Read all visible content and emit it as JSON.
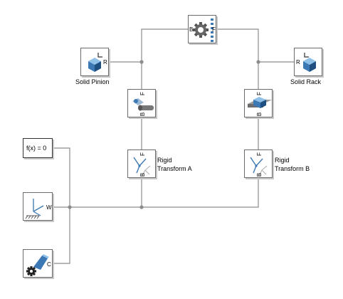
{
  "blocks": {
    "gear_constraint": {
      "port_left": "B",
      "port_right": "F",
      "icon": "gear-icon"
    },
    "solid_pinion": {
      "label": "Solid Pinion",
      "port": "R",
      "icon": "solid-cube-icon"
    },
    "solid_rack": {
      "label": "Solid Rack",
      "port": "R",
      "icon": "solid-cube-icon"
    },
    "revolute_joint": {
      "port_top": "F",
      "port_bottom": "B",
      "icon": "revolute-joint-icon"
    },
    "prismatic_joint": {
      "port_top": "F",
      "port_bottom": "B",
      "icon": "prismatic-joint-icon"
    },
    "rigid_transform_a": {
      "label_line1": "Rigid",
      "label_line2": "Transform A",
      "port_top": "F",
      "port_bottom": "B",
      "icon": "frame-axes-icon"
    },
    "rigid_transform_b": {
      "label_line1": "Rigid",
      "label_line2": "Transform B",
      "port_top": "F",
      "port_bottom": "B",
      "icon": "frame-axes-icon"
    },
    "solver_config": {
      "text": "f(x) = 0"
    },
    "world_frame": {
      "port": "W",
      "icon": "world-frame-icon"
    },
    "mechanism_config": {
      "port": "C",
      "icon": "mechanism-config-icon"
    }
  },
  "colors": {
    "line": "#8c8c8c",
    "junction": "#8c8c8c",
    "accent_blue": "#3c78b4",
    "dark": "#2f3f50"
  }
}
